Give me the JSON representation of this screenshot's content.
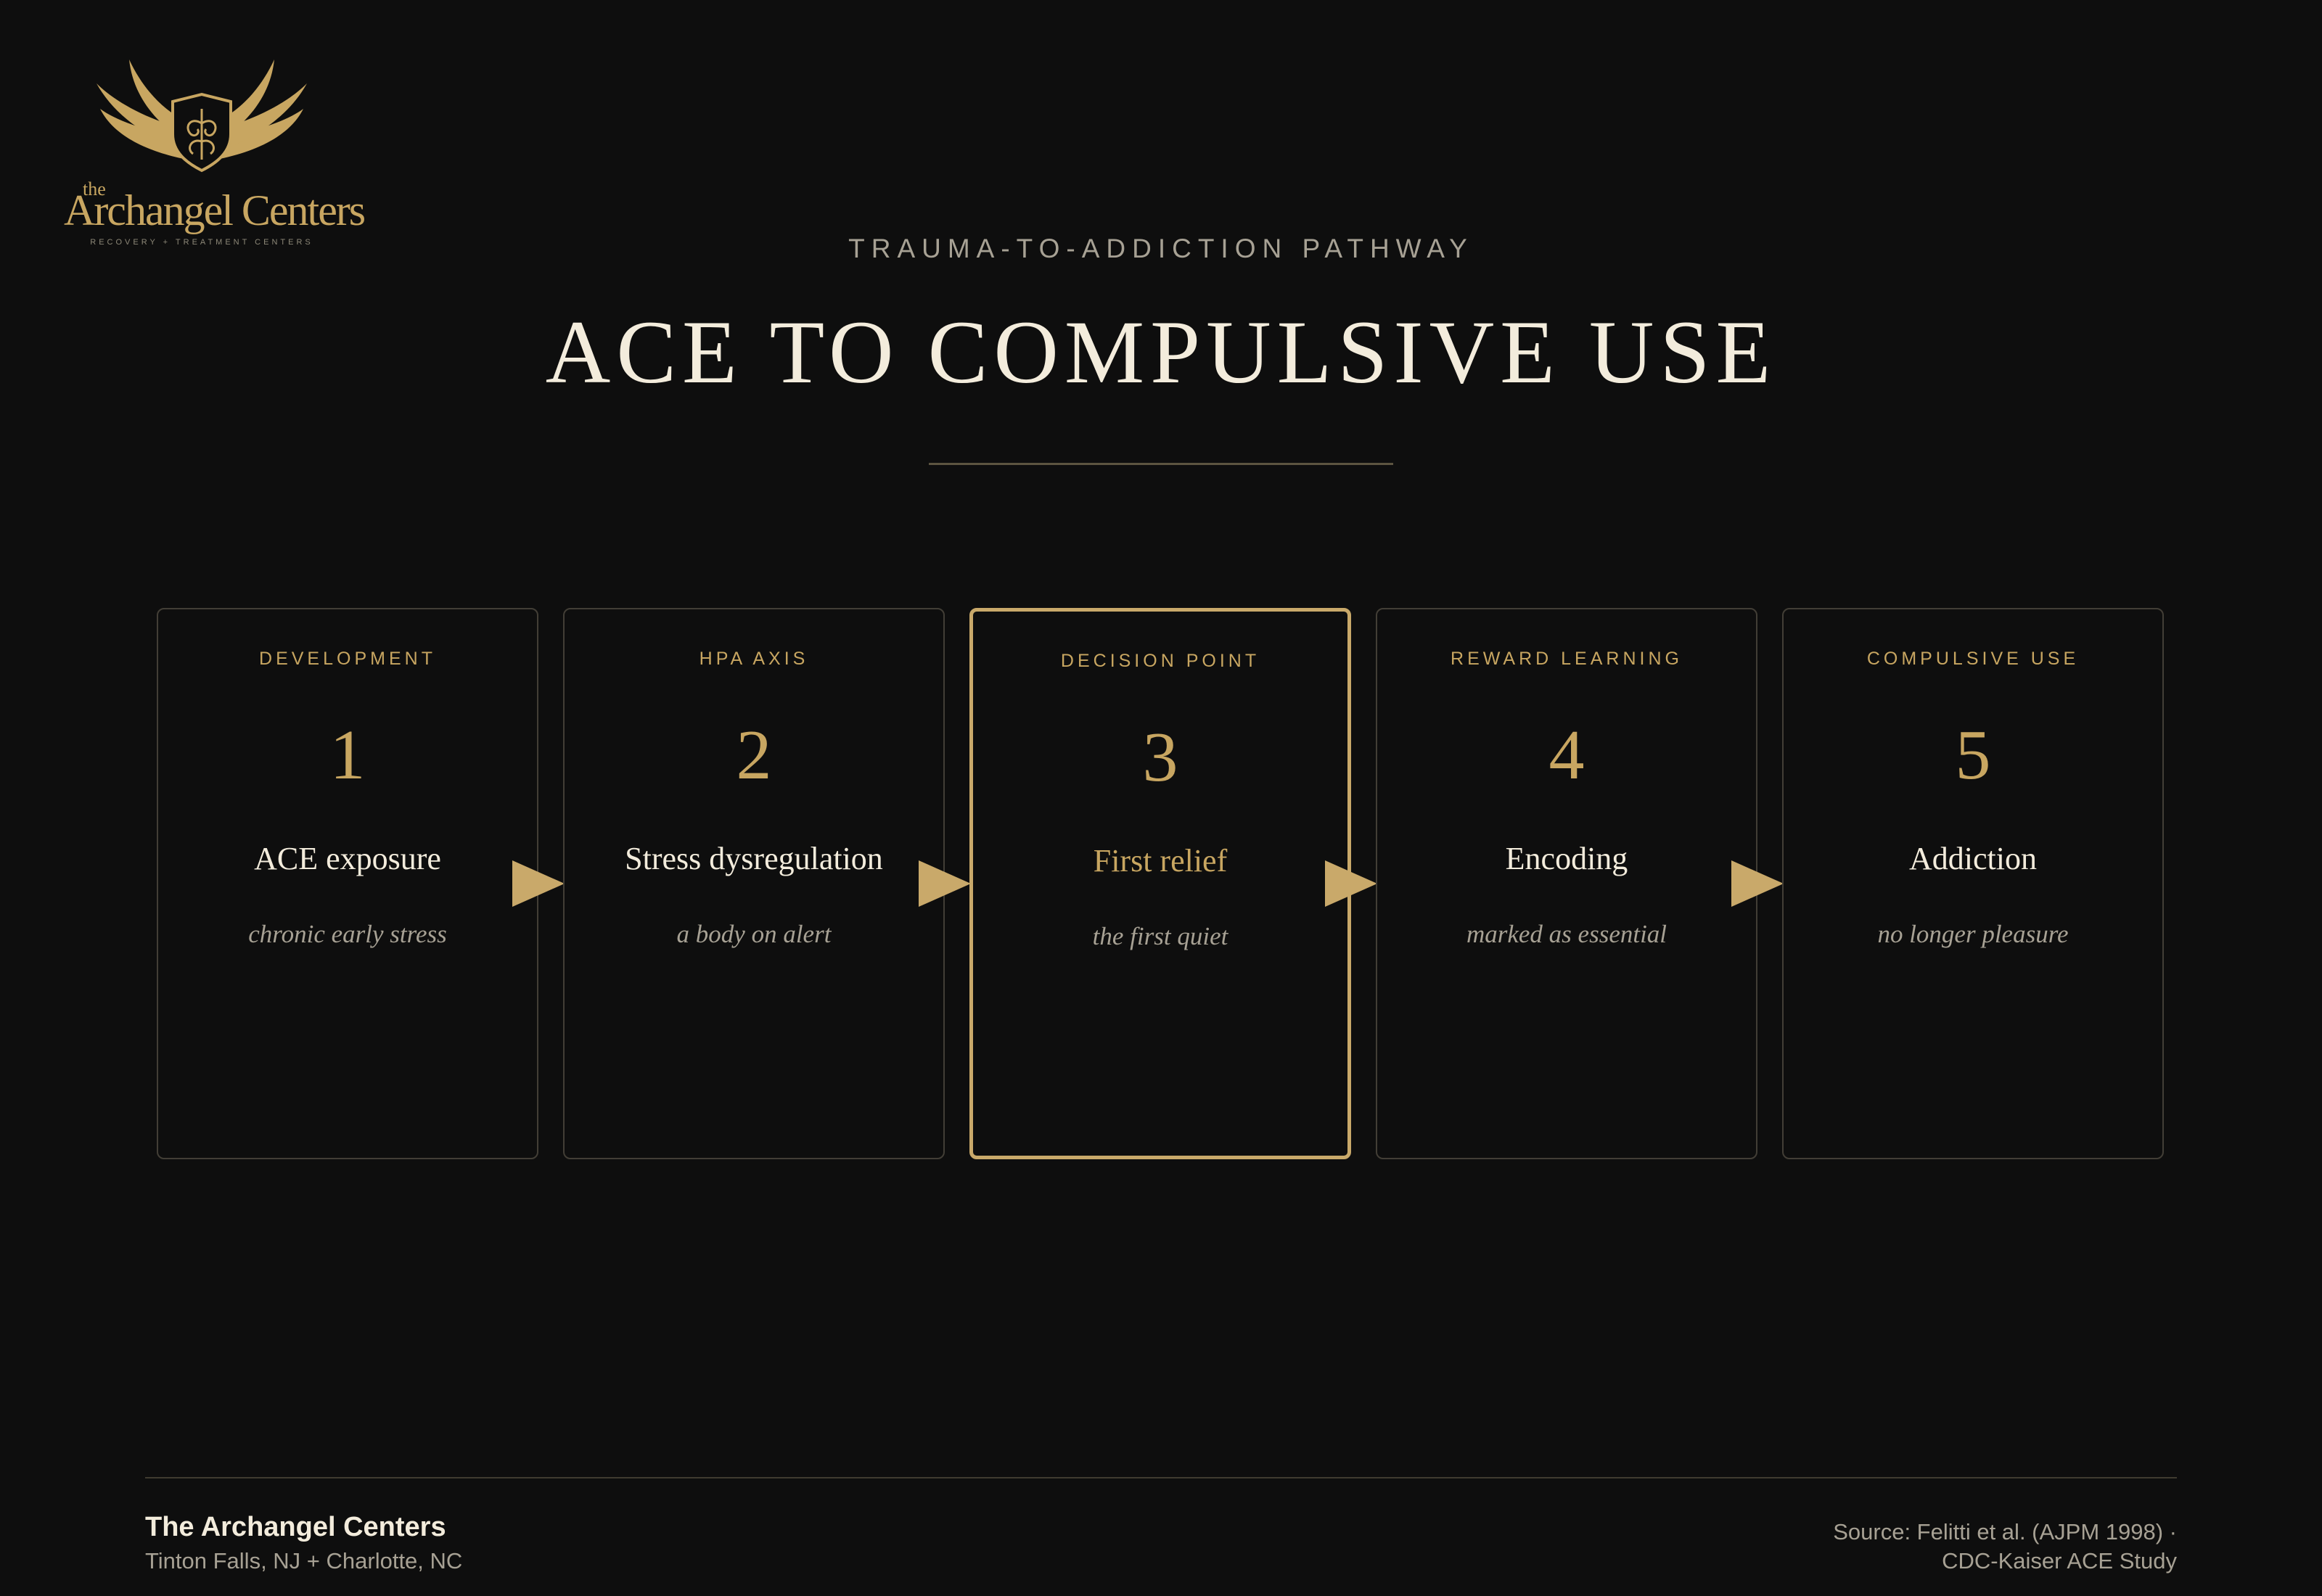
{
  "logo": {
    "the": "the",
    "name": "Archangel Centers",
    "tagline": "RECOVERY + TREATMENT CENTERS"
  },
  "header": {
    "kicker": "TRAUMA-TO-ADDICTION PATHWAY",
    "title": "ACE TO COMPULSIVE USE"
  },
  "steps": [
    {
      "label": "DEVELOPMENT",
      "number": "1",
      "title": "ACE exposure",
      "subtitle": "chronic early stress"
    },
    {
      "label": "HPA AXIS",
      "number": "2",
      "title": "Stress dysregulation",
      "subtitle": "a body on alert"
    },
    {
      "label": "DECISION POINT",
      "number": "3",
      "title": "First relief",
      "subtitle": "the first quiet",
      "highlighted": true
    },
    {
      "label": "REWARD LEARNING",
      "number": "4",
      "title": "Encoding",
      "subtitle": "marked as essential"
    },
    {
      "label": "COMPULSIVE USE",
      "number": "5",
      "title": "Addiction",
      "subtitle": "no longer pleasure"
    }
  ],
  "footer": {
    "org": "The Archangel Centers",
    "locations": "Tinton Falls, NJ + Charlotte, NC",
    "source_line1": "Source: Felitti et al. (AJPM 1998) ·",
    "source_line2": "CDC-Kaiser ACE Study"
  },
  "colors": {
    "background": "#0e0e0e",
    "accent": "#c9a96a",
    "text_primary": "#f3ecdc",
    "text_muted": "#a7a194"
  }
}
